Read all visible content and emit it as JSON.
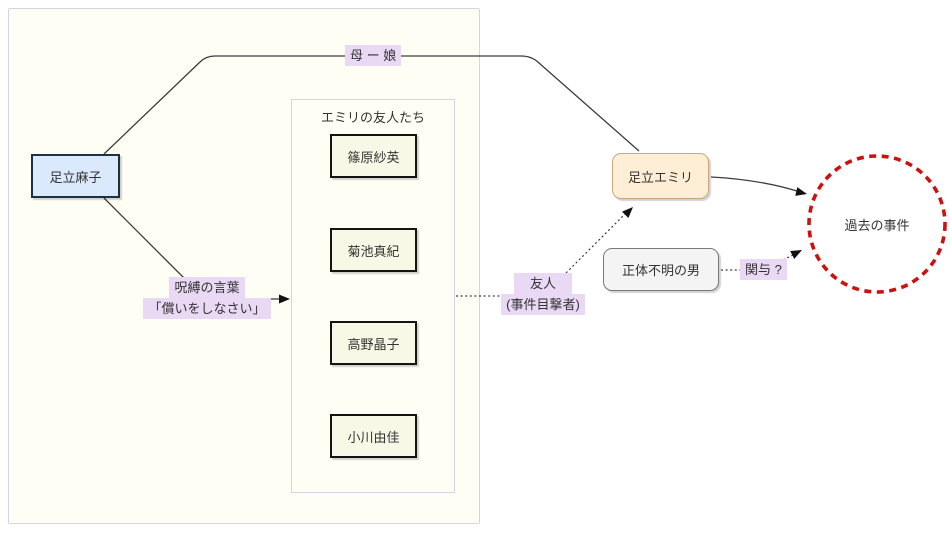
{
  "colors": {
    "canvas-bg": "#ffffff",
    "container-fill": "#fffef4",
    "container-border": "#d8d2e6",
    "member-fill": "#f8f8e6",
    "member-border": "#141414",
    "asako-fill": "#dbe9fc",
    "asako-border": "#1c3144",
    "emiri-fill": "#ffeed6",
    "emiri-border": "#c7a87c",
    "man-fill": "#f4f4f4",
    "man-border": "#7a7a7a",
    "label-bg": "#ead9f4",
    "circle-stroke": "#cc1111",
    "line": "#3d3d3d",
    "arrow": "#111111",
    "text": "#333333"
  },
  "nodes": {
    "asako": "足立麻子",
    "emiri": "足立エミリ",
    "unknown_man": "正体不明の男",
    "past_incident": "過去の事件"
  },
  "friends_group": {
    "title": "エミリの友人たち",
    "members": [
      "篠原紗英",
      "菊池真紀",
      "高野晶子",
      "小川由佳"
    ]
  },
  "edge_labels": {
    "mother_daughter": "母 ー 娘",
    "curse_line1": "呪縛の言葉",
    "curse_line2": "「償いをしなさい」",
    "friend_line1": "友人",
    "friend_line2": "(事件目撃者)",
    "involvement": "関与 ?"
  },
  "edges": [
    {
      "from": "足立麻子",
      "to": "足立エミリ",
      "label": "母 ー 娘",
      "style": "solid"
    },
    {
      "from": "足立麻子",
      "to": "エミリの友人たち",
      "label": "呪縛の言葉「償いをしなさい」",
      "style": "solid-arrow"
    },
    {
      "from": "エミリの友人たち",
      "to": "足立エミリ",
      "label": "友人(事件目撃者)",
      "style": "dotted-arrow"
    },
    {
      "from": "足立エミリ",
      "to": "過去の事件",
      "label": "",
      "style": "solid-arrow"
    },
    {
      "from": "正体不明の男",
      "to": "過去の事件",
      "label": "関与 ?",
      "style": "dotted-arrow"
    }
  ]
}
